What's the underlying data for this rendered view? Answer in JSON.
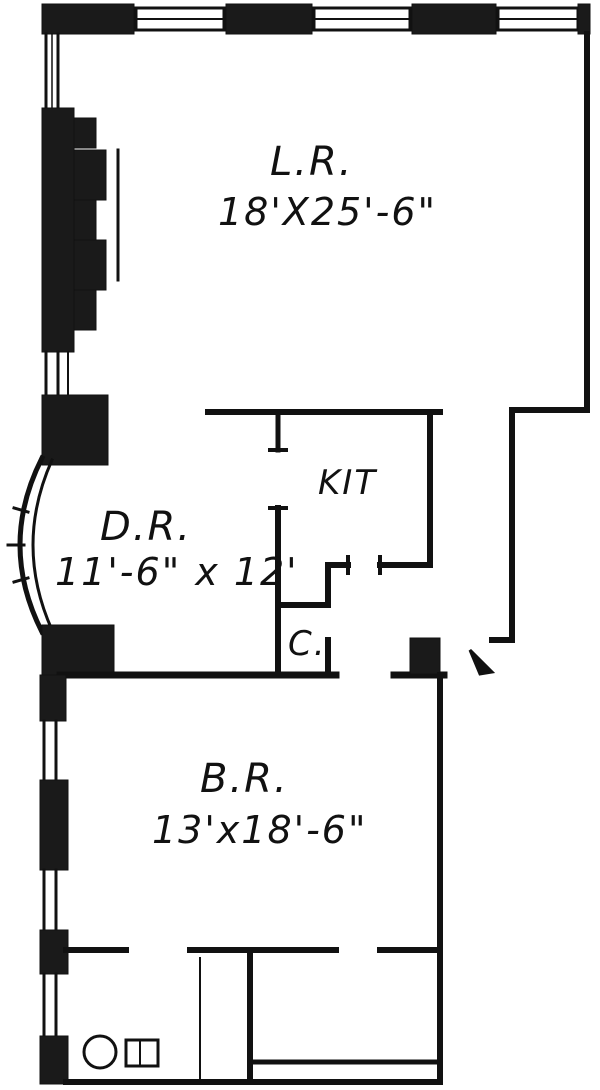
{
  "rooms": {
    "living": {
      "name": "L.R.",
      "dims": "18'X25'-6\""
    },
    "dining": {
      "name": "D.R.",
      "dims": "11'-6\" x 12'"
    },
    "kitchen": {
      "name": "KIT"
    },
    "closet": {
      "name": "C."
    },
    "bedroom": {
      "name": "B.R.",
      "dims": "13'x18'-6\""
    }
  },
  "colors": {
    "wall": "#111111",
    "paper": "#ffffff"
  }
}
